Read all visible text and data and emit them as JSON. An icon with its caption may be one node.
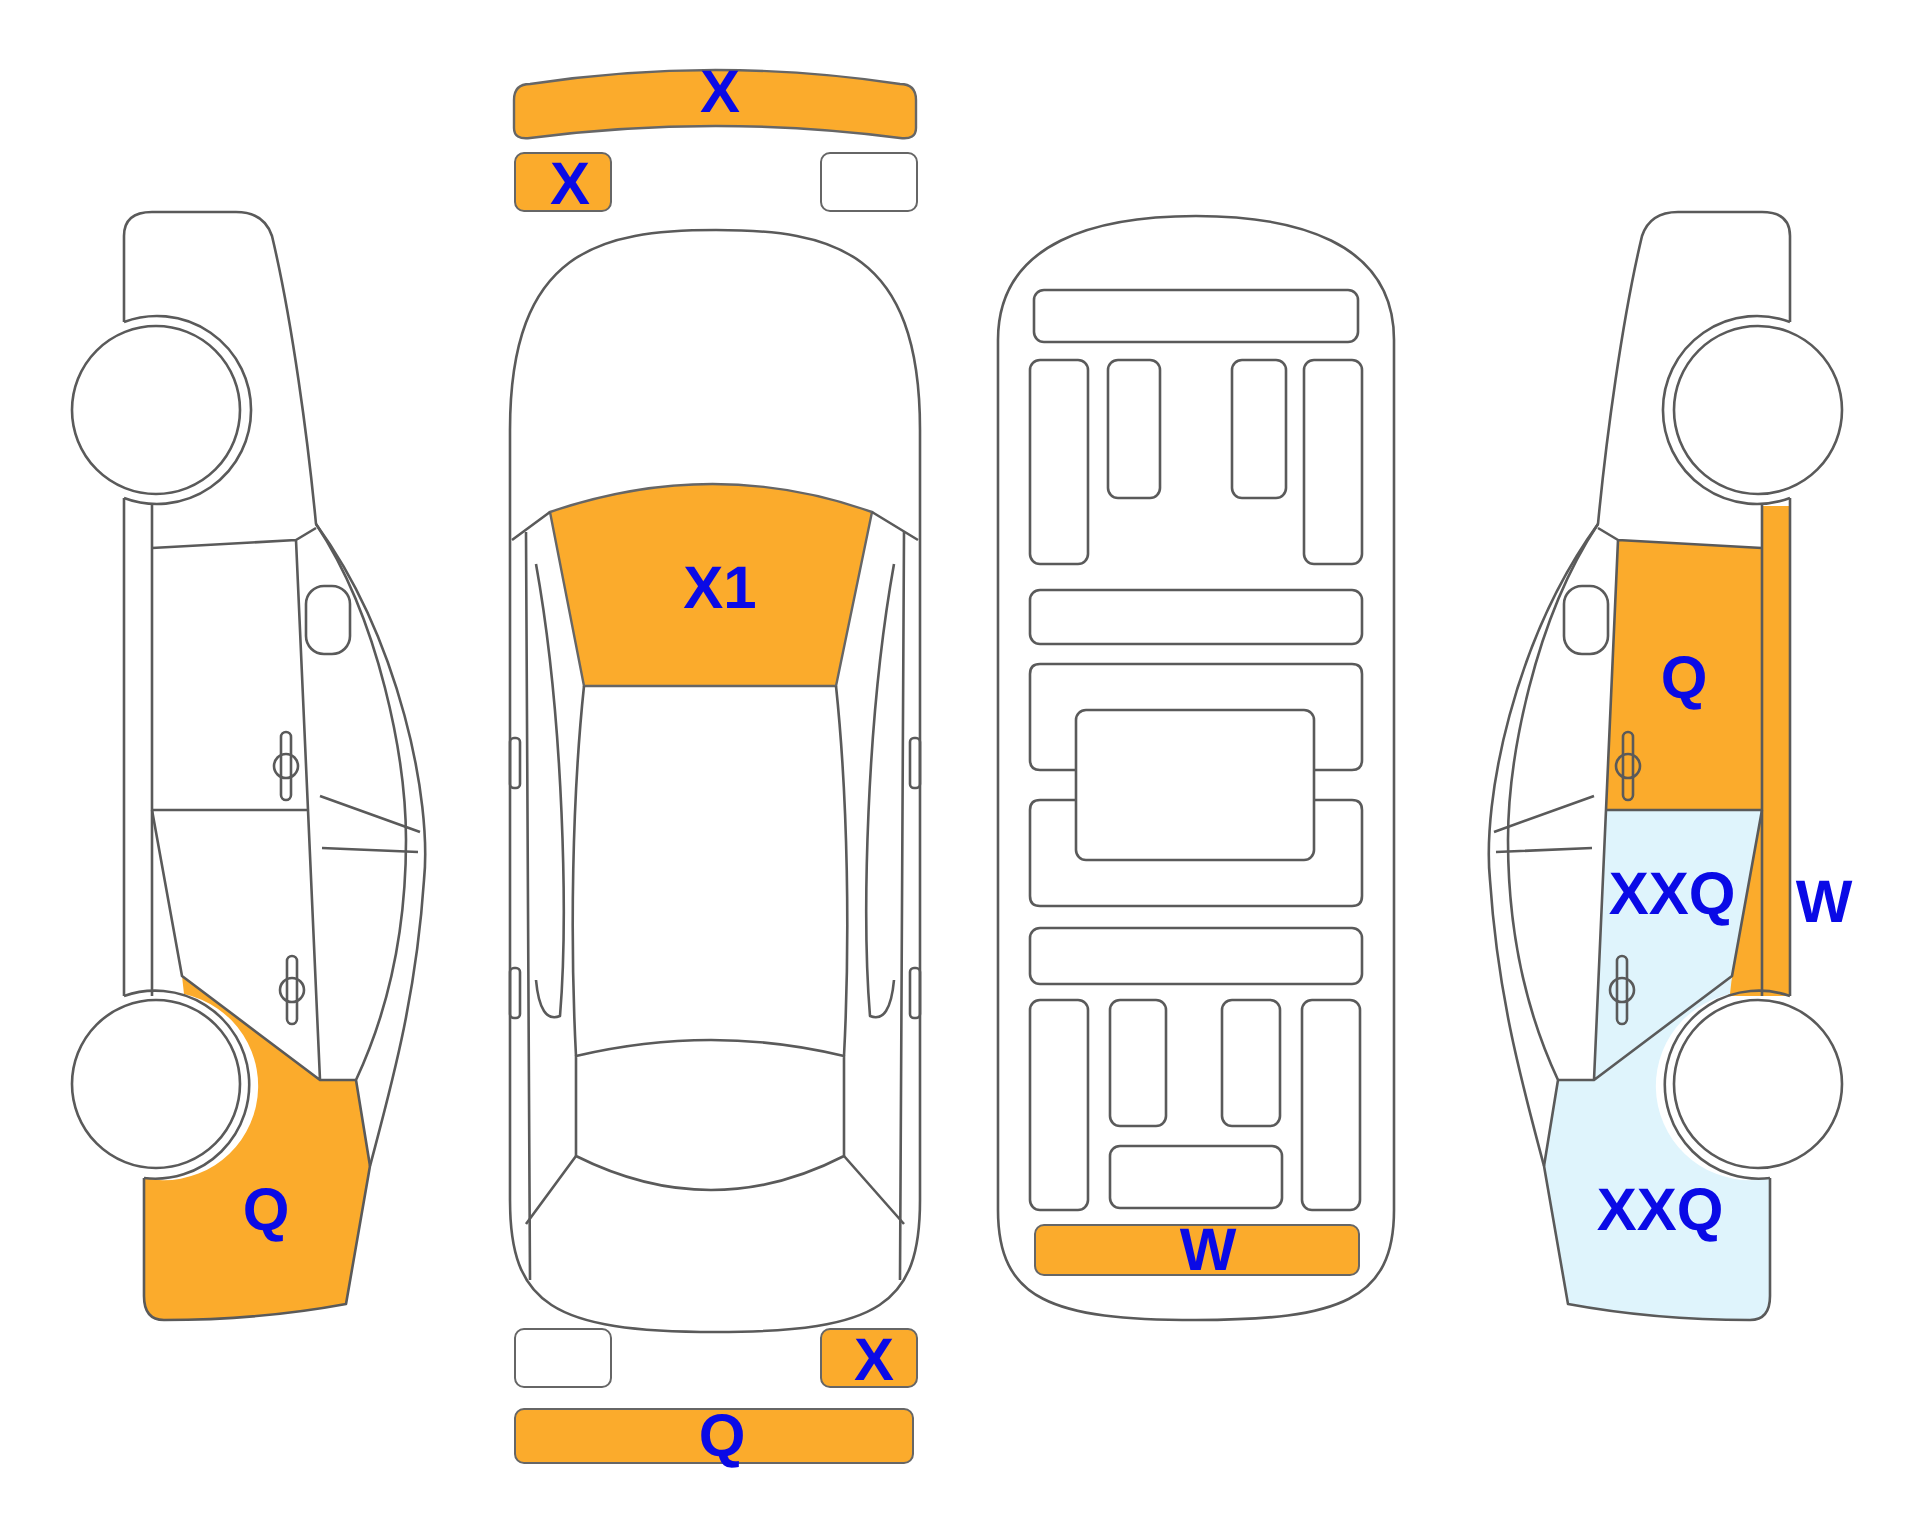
{
  "diagram": {
    "nodes": [
      {
        "text": [
          "X"
        ]
      },
      {
        "text": [
          "X"
        ]
      },
      {
        "text": [],
        "shape": "box"
      },
      {
        "text": [
          "X1"
        ]
      },
      {
        "text": [
          "Q"
        ]
      },
      {
        "text": [
          "XXQ"
        ]
      },
      {
        "text": [
          "W"
        ]
      },
      {
        "text": [
          "Q"
        ]
      },
      {
        "text": [
          "XXQ"
        ]
      },
      {
        "text": [
          "W"
        ]
      },
      {
        "text": [],
        "shape": "box"
      },
      {
        "text": [
          "X"
        ]
      },
      {
        "text": [
          "Q"
        ]
      }
    ]
  }
}
